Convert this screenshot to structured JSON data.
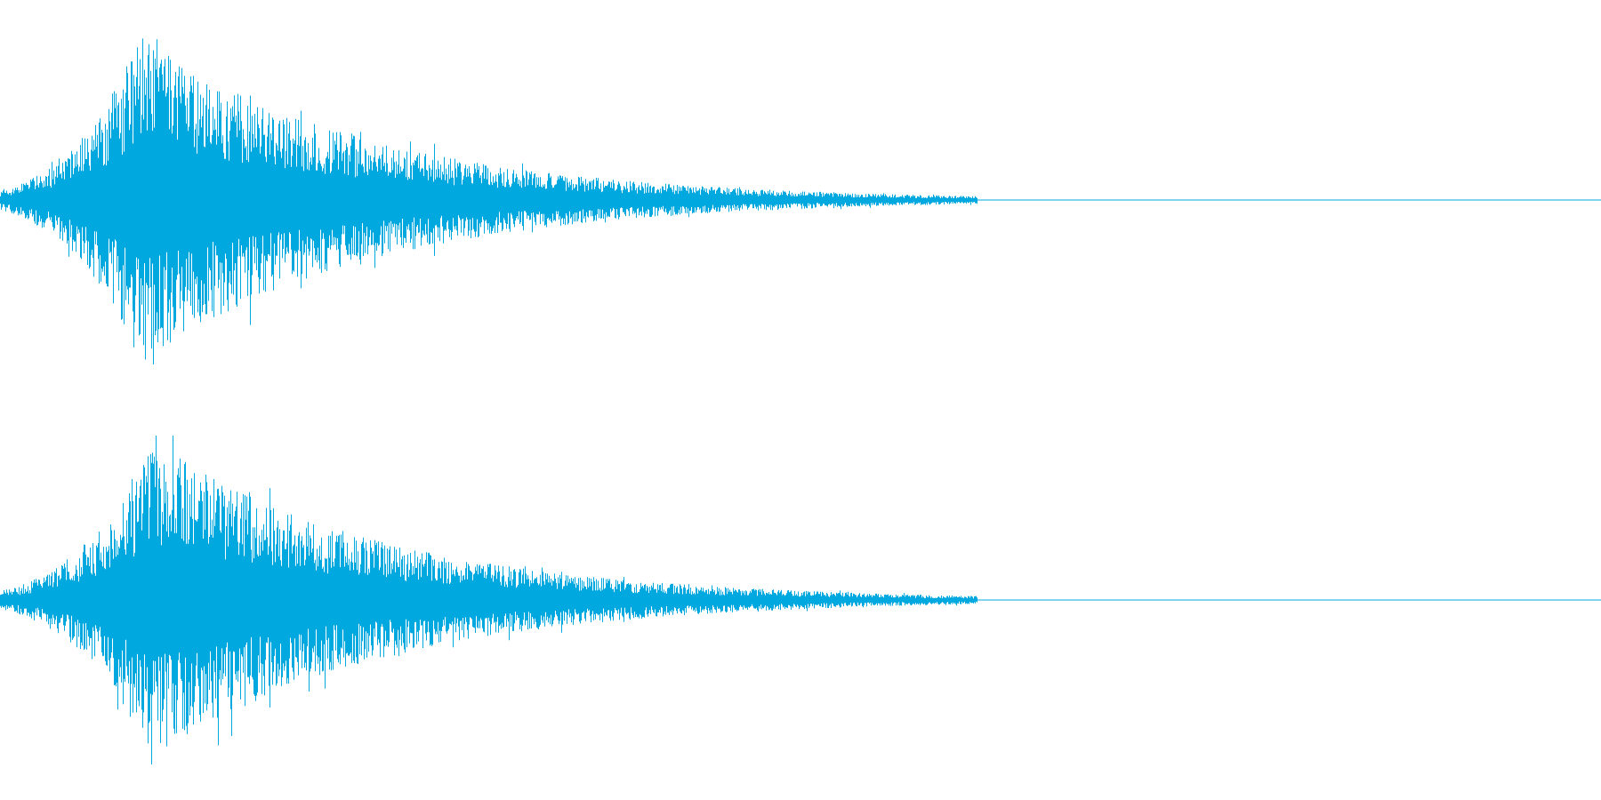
{
  "waveform": {
    "color": "#00a8e0",
    "channels": [
      {
        "name": "",
        "peak_position": 0.088,
        "peak_amplitude": 0.98,
        "attack": 0.075,
        "decay": 0.14,
        "tail_end": 0.61
      },
      {
        "name": "",
        "peak_position": 0.096,
        "peak_amplitude": 0.95,
        "attack": 0.08,
        "decay": 0.14,
        "tail_end": 0.61
      }
    ]
  }
}
